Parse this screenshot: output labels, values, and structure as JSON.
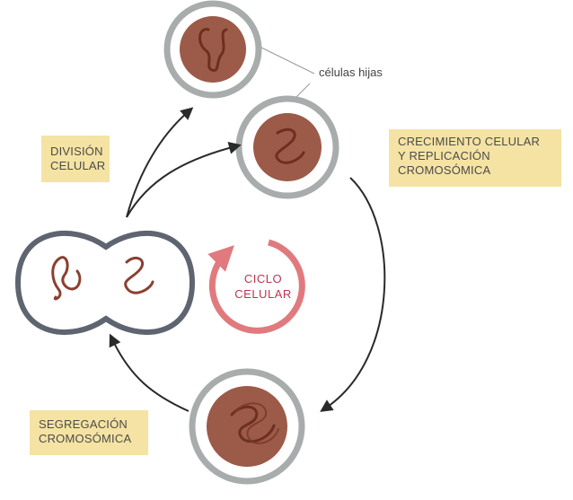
{
  "labels": {
    "daughter_cells": "células hijas",
    "division": [
      "DIVISIÓN",
      "CELULAR"
    ],
    "growth": [
      "CRECIMIENTO CELULAR",
      "Y REPLICACIÓN",
      "CROMOSÓMICA"
    ],
    "segregation": [
      "SEGREGACIÓN",
      "CROMOSÓMICA"
    ],
    "cycle": [
      "CICLO",
      "CELULAR"
    ]
  },
  "colors": {
    "label_background": "#f5e3a3",
    "cell_wall": "#a9acac",
    "cell_body": "#9c5a48",
    "chromosome": "#6b3020",
    "cycle_ring": "#e07a7e",
    "cycle_text": "#c0334f",
    "arrow": "#2a2a2a"
  }
}
